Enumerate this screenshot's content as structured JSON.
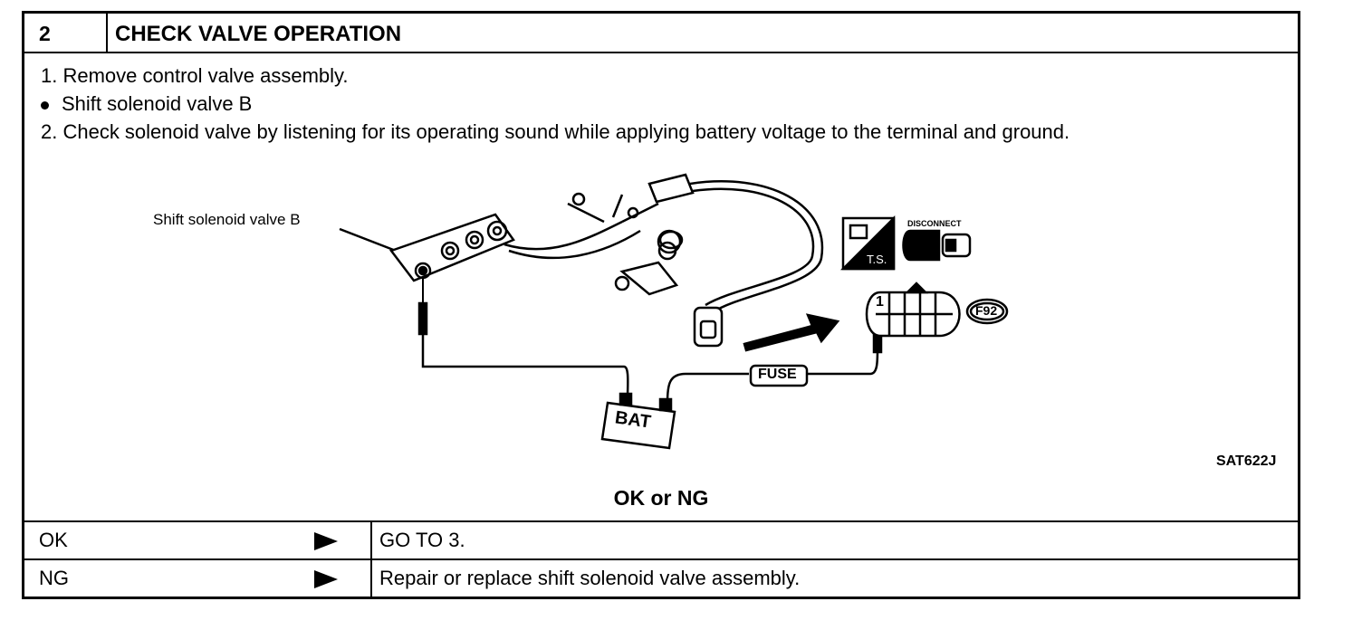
{
  "step": {
    "number": "2",
    "title": "CHECK VALVE OPERATION"
  },
  "instructions": [
    "1.  Remove control valve assembly.",
    "Shift solenoid valve B",
    "2.  Check solenoid valve by listening for its operating sound while applying battery voltage to the terminal and ground."
  ],
  "diagram": {
    "callout_label": "Shift solenoid valve B",
    "battery_label": "BAT",
    "fuse_label": "FUSE",
    "connector_code": "F92",
    "terminal_number": "1",
    "ts_label": "T.S.",
    "disconnect_label": "DISCONNECT",
    "figure_ref": "SAT622J"
  },
  "decision_prompt": "OK or NG",
  "results": [
    {
      "label": "OK",
      "action": "GO TO 3."
    },
    {
      "label": "NG",
      "action": "Repair or replace shift solenoid valve assembly."
    }
  ]
}
